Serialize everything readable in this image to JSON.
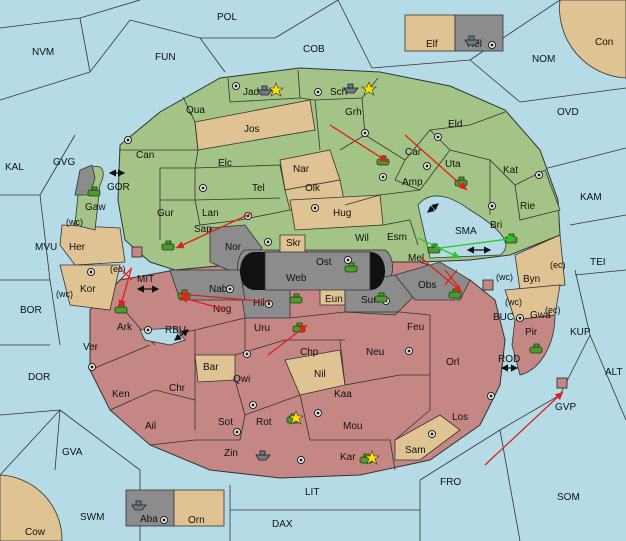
{
  "colors": {
    "sea": "#b5dbe6",
    "neutral_land": "#e0c393",
    "green_power": "#a3c486",
    "red_power": "#c48784",
    "grey_power": "#8c8c8c",
    "unit": "#4f9a2f",
    "arrow_red": "#e0201a",
    "arrow_green": "#28c828"
  },
  "sea_labels": [
    "POL",
    "NVM",
    "FUN",
    "COB",
    "NOM",
    "OVD",
    "KAL",
    "GVG",
    "KAM",
    "TEI",
    "MVU",
    "BOR",
    "KUP",
    "ALT",
    "DOR",
    "GVA",
    "SOM",
    "FRO",
    "LIT",
    "SWM",
    "DAX",
    "Con",
    "Cow",
    "GOR",
    "MIT",
    "RBU",
    "SMA",
    "BUC",
    "ROD",
    "GVP"
  ],
  "green_labels": [
    "Jad",
    "Sch",
    "Qua",
    "Grh",
    "Jos",
    "Can",
    "Eld",
    "Car",
    "Uta",
    "Elc",
    "Nar",
    "Tel",
    "Olk",
    "Amp",
    "Kat",
    "Gur",
    "Lan",
    "Hug",
    "Rie",
    "Bri",
    "Wil",
    "Esm",
    "Mel",
    "Gaw"
  ],
  "red_labels": [
    "Ark",
    "Ver",
    "Kor",
    "Nog",
    "Uru",
    "Chp",
    "Neu",
    "Feu",
    "Orl",
    "Bar",
    "Qwi",
    "Nil",
    "Ken",
    "Chr",
    "Kaa",
    "Ail",
    "Sot",
    "Rot",
    "Mou",
    "Los",
    "Zin",
    "Kar",
    "Pir"
  ],
  "neutral_labels": [
    "Elf",
    "Her",
    "Byn",
    "Gwa",
    "Sam",
    "Orn"
  ],
  "grey_labels": [
    "Hel",
    "Nor",
    "Sap",
    "Nab",
    "Skr",
    "Ost",
    "Web",
    "Eun",
    "Hil",
    "Sun",
    "Obs",
    "Aba"
  ],
  "annotations": [
    "(wc)",
    "(wc)",
    "(wc)",
    "(ec)",
    "(ec)",
    "(ec)",
    "(wc)"
  ]
}
